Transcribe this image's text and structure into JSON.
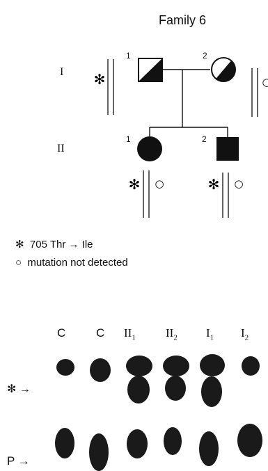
{
  "title": "Family 6",
  "generations": [
    "I",
    "II"
  ],
  "individuals": [
    {
      "id": "I-1",
      "number": "1",
      "sex": "male",
      "status": "carrier (half filled)",
      "alleles": [
        "✻",
        ""
      ]
    },
    {
      "id": "I-2",
      "number": "2",
      "sex": "female",
      "status": "carrier (half filled)",
      "alleles": [
        "",
        "○"
      ]
    },
    {
      "id": "II-1",
      "number": "1",
      "sex": "female",
      "status": "affected",
      "alleles": [
        "✻",
        "○"
      ]
    },
    {
      "id": "II-2",
      "number": "2",
      "sex": "male",
      "status": "affected",
      "alleles": [
        "✻",
        "○"
      ]
    }
  ],
  "legend": [
    {
      "symbol": "✻",
      "text": "705 Thr → Ile"
    },
    {
      "symbol": "○",
      "text": "mutation not detected"
    }
  ],
  "gel": {
    "lanes": [
      {
        "label": "C",
        "sub": ""
      },
      {
        "label": "C",
        "sub": ""
      },
      {
        "label": "II",
        "sub": "1"
      },
      {
        "label": "II",
        "sub": "2"
      },
      {
        "label": "I",
        "sub": "1"
      },
      {
        "label": "I",
        "sub": "2"
      }
    ],
    "markers": [
      {
        "symbol": "✻",
        "arrow": "→"
      },
      {
        "symbol": "P",
        "arrow": "→"
      }
    ]
  },
  "colors": {
    "ink": "#111111",
    "band": "#1a1a1a"
  }
}
